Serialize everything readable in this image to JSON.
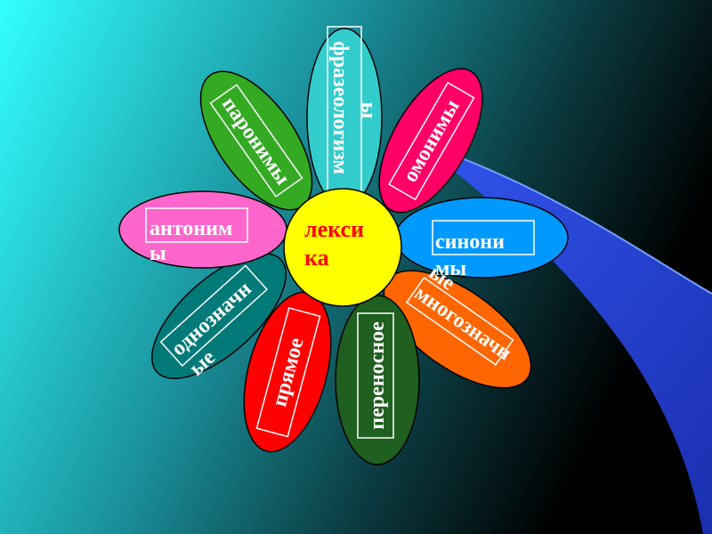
{
  "center": {
    "line1": "лекси",
    "line2": "ка",
    "color": "#ffff00",
    "text_color": "#ff0000"
  },
  "petals": {
    "frazeologizmy": {
      "line1": "фразеологизм",
      "line2": "ы",
      "color": "#33cccc"
    },
    "omonimy": {
      "label": "омонимы",
      "color": "#ff0066"
    },
    "sinonimy": {
      "line1": "синони",
      "line2": "мы",
      "color": "#0099ff"
    },
    "mnogoznachnye": {
      "line1": "многозначн",
      "line2": "ые",
      "color": "#ff6600"
    },
    "perenosnoe": {
      "label": "переносное",
      "color": "#1f5f1f"
    },
    "pryamoe": {
      "label": "прямое",
      "color": "#ff0000"
    },
    "odnoznachnye": {
      "line1": "однозначн",
      "line2": "ые",
      "color": "#007a78"
    },
    "antonimy": {
      "line1": "антоним",
      "line2": "ы",
      "color": "#ff66cc"
    },
    "paronimy": {
      "label": "паронимы",
      "color": "#33aa22"
    }
  },
  "background": {
    "start": "#33ffff",
    "end": "#000000",
    "swoosh": "#2244dd"
  }
}
